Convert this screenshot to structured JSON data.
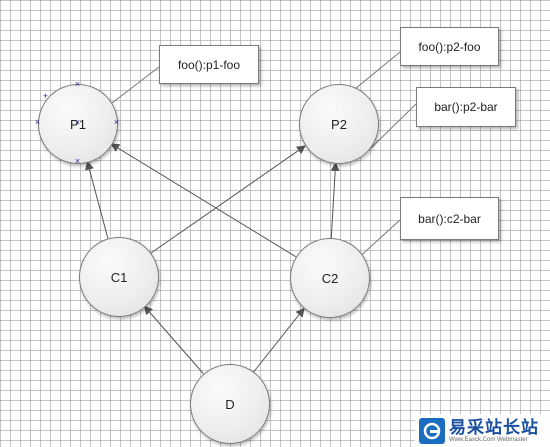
{
  "diagram": {
    "nodes": {
      "p1": "P1",
      "p2": "P2",
      "c1": "C1",
      "c2": "C2",
      "d": "D"
    },
    "notes": {
      "p1_foo": "foo():p1-foo",
      "p2_foo": "foo():p2-foo",
      "p2_bar": "bar():p2-bar",
      "c2_bar": "bar():c2-bar"
    },
    "edges": [
      {
        "from": "c1",
        "to": "p1"
      },
      {
        "from": "c1",
        "to": "p2"
      },
      {
        "from": "c2",
        "to": "p1"
      },
      {
        "from": "c2",
        "to": "p2"
      },
      {
        "from": "d",
        "to": "c1"
      },
      {
        "from": "d",
        "to": "c2"
      }
    ],
    "colors": {
      "edge": "#555555",
      "node_border": "#7c7c7c",
      "handle": "#2a2a8a"
    }
  },
  "watermark": {
    "brand": "易采站长站",
    "subtitle": "Www.Easck.Com  Webmaster"
  }
}
